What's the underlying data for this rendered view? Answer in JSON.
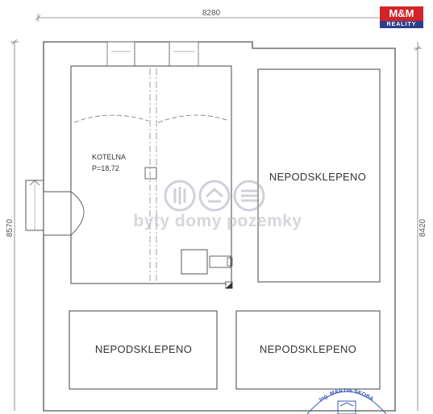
{
  "dimensions": {
    "top_width": "8280",
    "left_height": "8570",
    "right_height": "8420"
  },
  "rooms": {
    "boiler_name": "KOTELNA",
    "boiler_area": "P=18,72",
    "unbasemented_right": "NEPODSKLEPENO",
    "unbasemented_bottom_left": "NEPODSKLEPENO",
    "unbasemented_bottom_right": "NEPODSKLEPENO"
  },
  "logo": {
    "top": "M&M",
    "bottom": "REALITY"
  },
  "watermark": {
    "text": "byty domy pozemky"
  },
  "stamp": {
    "text": "Ing. MARTIN SKOBA"
  },
  "colors": {
    "line": "#555555",
    "logo_red": "#d2232a",
    "logo_blue": "#2b3f8a",
    "stamp_blue": "#3a5cb8"
  }
}
